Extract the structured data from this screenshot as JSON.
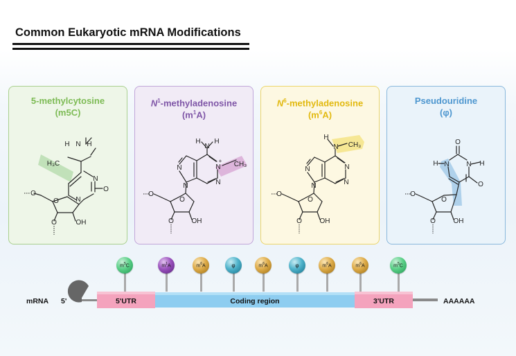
{
  "title": "Common Eukaryotic mRNA Modifications",
  "cards": {
    "m5c": {
      "name": "5-methylcytosine",
      "abbr": "(m5C)"
    },
    "m1a": {
      "name_prefix": "N",
      "name_sup": "1",
      "name_rest": "-methyladenosine",
      "abbr_pre": "(m",
      "abbr_sup": "1",
      "abbr_post": "A)"
    },
    "m6a": {
      "name_prefix": "N",
      "name_sup": "6",
      "name_rest": "-methyladenosine",
      "abbr_pre": "(m",
      "abbr_sup": "6",
      "abbr_post": "A)"
    },
    "psi": {
      "name": "Pseudouridine",
      "abbr": "(φ)"
    }
  },
  "colors": {
    "m5c": "#7dbb55",
    "m1a": "#7f56a7",
    "m6a": "#e2b90f",
    "psi": "#4d96cf",
    "utr": "#f4a3bd",
    "coding": "#8ecdf0"
  },
  "mrna": {
    "label": "mRNA",
    "five_prime": "5'",
    "utr5": "5'UTR",
    "coding": "Coding region",
    "utr3": "3'UTR",
    "polyA": "AAAAAA",
    "cap_icon": "cap-icon"
  },
  "markers": [
    {
      "base": "m",
      "sup": "5",
      "tail": "C",
      "type": "m5c"
    },
    {
      "base": "m",
      "sup": "1",
      "tail": "A",
      "type": "m1a"
    },
    {
      "base": "m",
      "sup": "6",
      "tail": "A",
      "type": "m6a"
    },
    {
      "base": "φ",
      "sup": "",
      "tail": "",
      "type": "psi"
    },
    {
      "base": "m",
      "sup": "6",
      "tail": "A",
      "type": "m6a"
    },
    {
      "base": "φ",
      "sup": "",
      "tail": "",
      "type": "psi"
    },
    {
      "base": "m",
      "sup": "6",
      "tail": "A",
      "type": "m6a"
    },
    {
      "base": "m",
      "sup": "6",
      "tail": "A",
      "type": "m6a"
    },
    {
      "base": "m",
      "sup": "5",
      "tail": "C",
      "type": "m5c"
    }
  ],
  "atoms": {
    "H": "H",
    "N": "N",
    "O": "O",
    "OH": "OH",
    "CH3": "CH₃",
    "H3C": "H₃C",
    "plus": "+"
  }
}
